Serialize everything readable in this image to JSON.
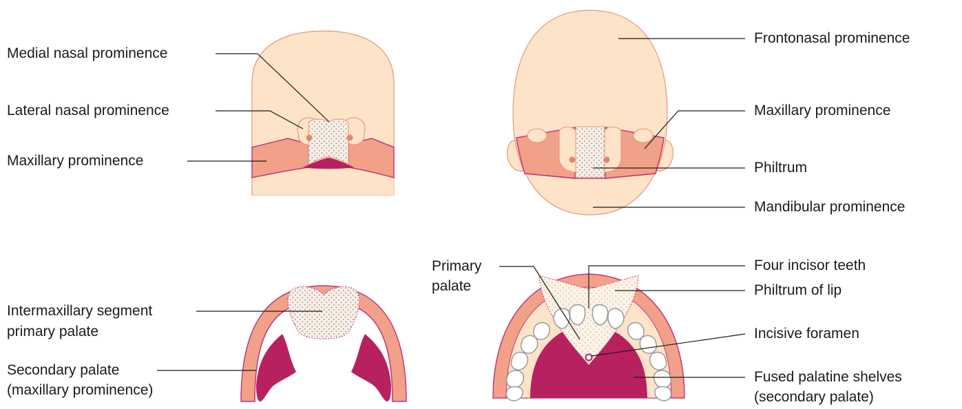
{
  "colors": {
    "skin": "#fde3c8",
    "skin_outline": "#e6957a",
    "maxillary": "#f2a189",
    "maxillary_outline": "#c0387a",
    "dark_magenta": "#b8215f",
    "stipple_bg": "#f6efe8",
    "stipple_dot": "#b89a8a",
    "tooth": "#ffffff",
    "tooth_outline": "#9a9a9a"
  },
  "panels": {
    "top_left": {
      "labels": {
        "medial_nasal": "Medial nasal prominence",
        "lateral_nasal": "Lateral nasal prominence",
        "maxillary": "Maxillary prominence"
      }
    },
    "top_right": {
      "labels": {
        "frontonasal": "Frontonasal prominence",
        "maxillary": "Maxillary prominence",
        "philtrum": "Philtrum",
        "mandibular": "Mandibular prominence"
      }
    },
    "bottom_left": {
      "labels": {
        "intermaxillary_1": "Intermaxillary segment",
        "intermaxillary_2": "primary palate",
        "secondary_1": "Secondary palate",
        "secondary_2": "(maxillary prominence)"
      }
    },
    "bottom_right": {
      "labels": {
        "primary_1": "Primary",
        "primary_2": "palate",
        "incisor": "Four incisor teeth",
        "philtrum_lip": "Philtrum of lip",
        "foramen": "Incisive foramen",
        "fused_1": "Fused palatine shelves",
        "fused_2": "(secondary palate)"
      }
    }
  }
}
